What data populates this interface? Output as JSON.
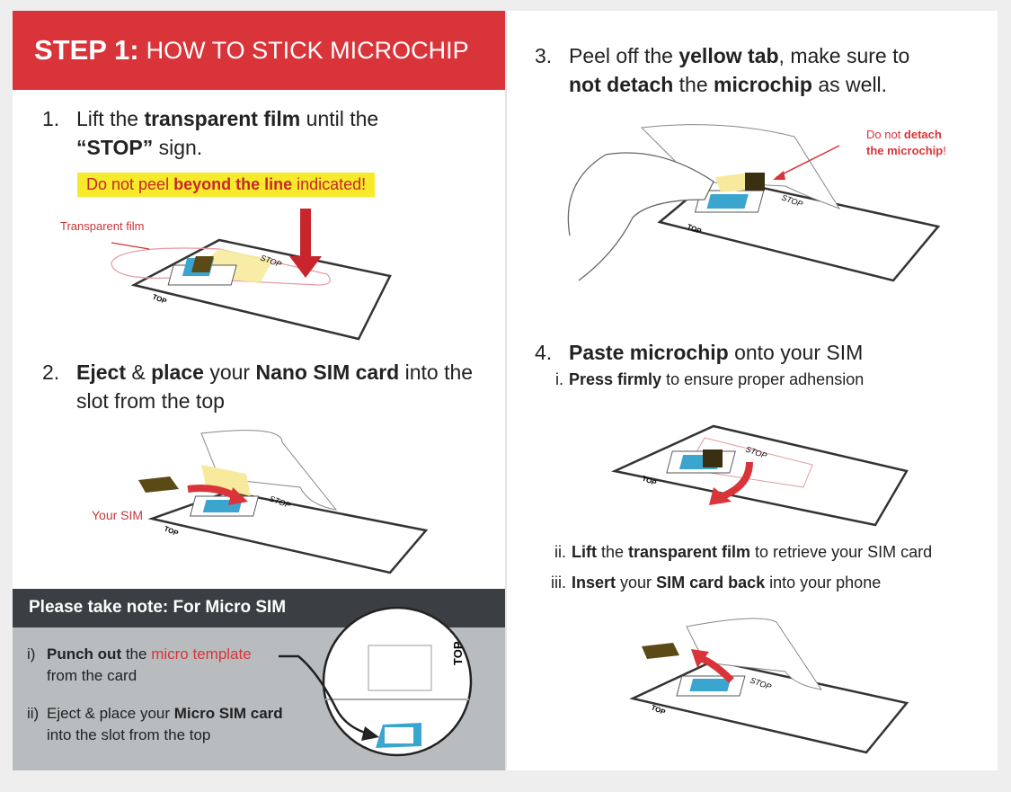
{
  "header": {
    "step": "STEP 1:",
    "title": "HOW TO STICK MICROCHIP"
  },
  "steps": [
    {
      "num": "1.",
      "parts": [
        "Lift the ",
        "transparent film",
        " until the ",
        "“STOP”",
        " sign."
      ],
      "warning": {
        "pre": "Do not peel ",
        "bold": "beyond the line",
        "post": " indicated!"
      },
      "labels": {
        "film": "Transparent film",
        "top": "TOP",
        "stop": "STOP"
      }
    },
    {
      "num": "2.",
      "parts": [
        "Eject",
        " & ",
        "place",
        " your ",
        "Nano SIM card",
        " into the slot from the top"
      ],
      "labels": {
        "sim": "Your SIM",
        "top": "TOP",
        "stop": "STOP"
      }
    },
    {
      "num": "3.",
      "parts": [
        "Peel off the ",
        "yellow tab",
        ", make sure to ",
        "not detach",
        " the ",
        "microchip",
        " as well."
      ],
      "labels": {
        "warn_pre": "Do not ",
        "warn_bold1": "detach",
        "warn_bold2": "the microchip",
        "warn_post": "!",
        "top": "TOP",
        "stop": "STOP"
      }
    },
    {
      "num": "4.",
      "parts": [
        "Paste microchip",
        " onto your SIM"
      ],
      "subs": [
        {
          "rn": "i.",
          "bold": "Press firmly",
          "rest": " to ensure proper adhension"
        },
        {
          "rn": "ii.",
          "b1": "Lift",
          " t1": "",
          "t1": " the ",
          "b2": "transparent film",
          "t2": " to retrieve your SIM card"
        },
        {
          "rn": "iii.",
          "b1": "Insert",
          "t1": " your ",
          "b2": "SIM card back",
          "t2": " into your phone"
        }
      ],
      "labels": {
        "top": "TOP",
        "stop": "STOP"
      }
    }
  ],
  "note": {
    "title": "Please take note: For Micro SIM",
    "items": [
      {
        "rn": "i)",
        "bold": "Punch out",
        "t1": " the ",
        "red": "micro template",
        "t2": " from the card"
      },
      {
        "rn": "ii)",
        "t1": "Eject & place your ",
        "bold": "Micro SIM card",
        "t2": " into the slot from the top"
      }
    ],
    "top_label": "TOP"
  },
  "colors": {
    "red": "#d9343a",
    "yellow": "#f6ea2a",
    "dark": "#3b3e42",
    "grey": "#b9bcbe",
    "sim_blue": "#3aa6d0"
  }
}
